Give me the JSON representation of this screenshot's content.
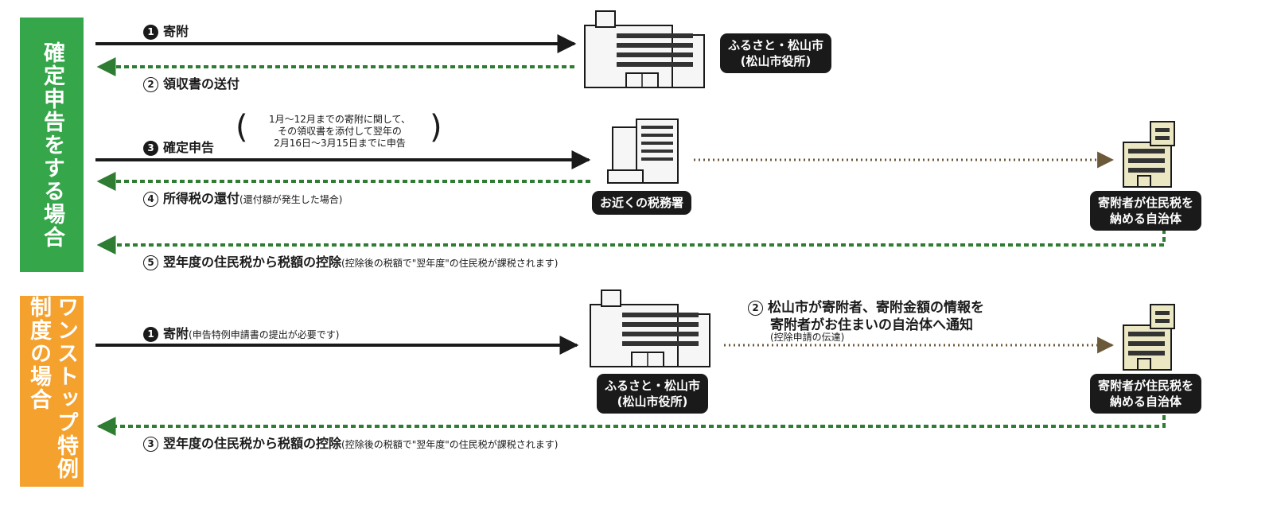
{
  "sections": {
    "kakutei": {
      "title": "確定申告をする場合",
      "color": "#36a64a"
    },
    "onestop": {
      "title": "ワンストップ特例制度の場合",
      "color": "#f4a12e"
    }
  },
  "colors": {
    "arrow_solid": "#1a1a1a",
    "arrow_green": "#2e7d32",
    "arrow_dotted": "#6b5a3a",
    "building_office": "#f6f6f6",
    "building_local": "#ece7c3"
  },
  "kakutei_steps": {
    "s1": {
      "num": "1",
      "label": "寄附",
      "note": ""
    },
    "s2": {
      "num": "2",
      "label": "領収書の送付",
      "note": ""
    },
    "s3": {
      "num": "3",
      "label": "確定申告",
      "note": "1月～12月までの寄附に関して、\nその領収書を添付して翌年の\n2月16日～3月15日までに申告"
    },
    "s4": {
      "num": "4",
      "label": "所得税の還付",
      "note": "(還付額が発生した場合)"
    },
    "s5": {
      "num": "5",
      "label": "翌年度の住民税から税額の控除",
      "note": "(控除後の税額で\"翌年度\"の住民税が課税されます)"
    }
  },
  "onestop_steps": {
    "s1": {
      "num": "1",
      "label": "寄附",
      "note": "(申告特例申請書の提出が必要です)"
    },
    "s2": {
      "num": "2",
      "label": "松山市が寄附者、寄附金額の情報を",
      "label2": "寄附者がお住まいの自治体へ通知",
      "note": "(控除申請の伝達)"
    },
    "s3": {
      "num": "3",
      "label": "翌年度の住民税から税額の控除",
      "note": "(控除後の税額で\"翌年度\"の住民税が課税されます)"
    }
  },
  "entities": {
    "city_office_line1": "ふるさと・松山市",
    "city_office_line2": "(松山市役所)",
    "tax_office": "お近くの税務署",
    "local_gov_line1": "寄附者が住民税を",
    "local_gov_line2": "納める自治体"
  }
}
